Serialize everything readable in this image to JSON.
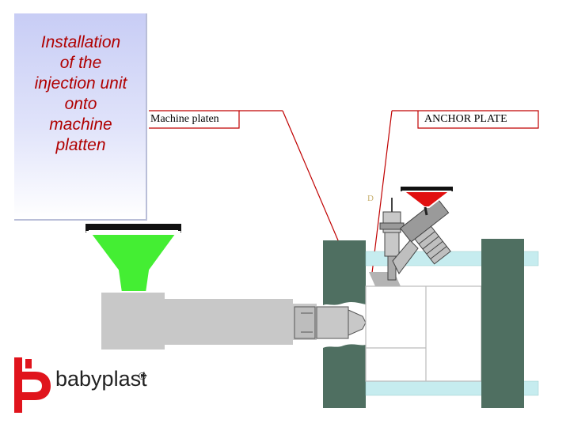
{
  "title": {
    "lines": [
      "Installation",
      "of the",
      "injection unit",
      "onto",
      "machine",
      "platten"
    ]
  },
  "callouts": {
    "machine_platen": "Machine platen",
    "anchor_plate": "ANCHOR PLATE"
  },
  "brand": {
    "name": "babyplast",
    "reg_mark": "®"
  },
  "colors": {
    "title_text": "#b00000",
    "callout_line": "#c00000",
    "granules_green": "#44ee33",
    "granules_red": "#e11010",
    "platen_green": "#4f6f61",
    "tie_bar_blue": "#c6ecef",
    "barrel_gray": "#c8c8c8",
    "brand_red": "#e0141c"
  },
  "icons": [
    "babyplast-logo-icon"
  ]
}
